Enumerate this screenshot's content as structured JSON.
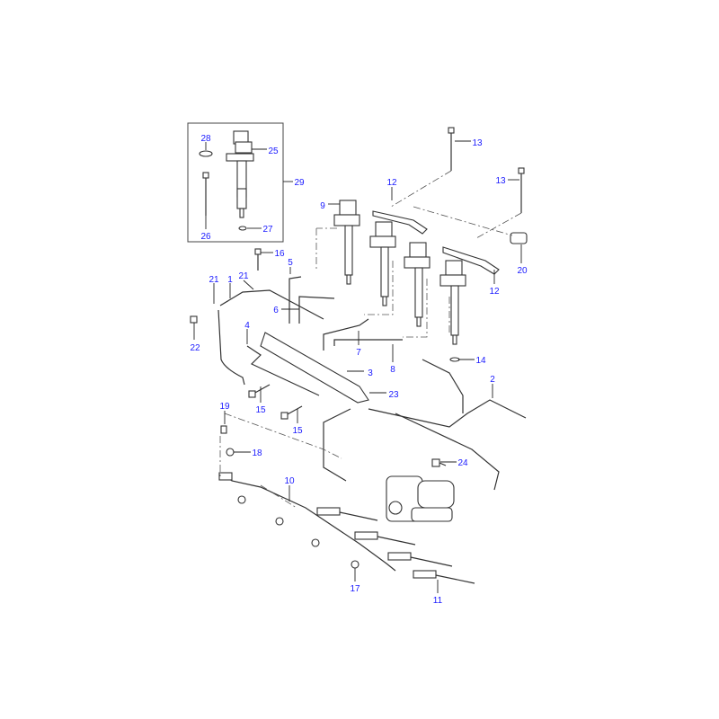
{
  "diagram": {
    "title": "Fuel injection system parts diagram",
    "callouts": {
      "c28": "28",
      "c25": "25",
      "c29": "29",
      "c26": "26",
      "c27": "27",
      "c13a": "13",
      "c13b": "13",
      "c12a": "12",
      "c12b": "12",
      "c9": "9",
      "c20": "20",
      "c16": "16",
      "c5": "5",
      "c21a": "21",
      "c1": "1",
      "c21b": "21",
      "c6": "6",
      "c22": "22",
      "c4": "4",
      "c7": "7",
      "c8": "8",
      "c3": "3",
      "c14": "14",
      "c2": "2",
      "c23": "23",
      "c15a": "15",
      "c15b": "15",
      "c19": "19",
      "c18": "18",
      "c24": "24",
      "c10": "10",
      "c17": "17",
      "c11": "11"
    },
    "colors": {
      "callout": "#1a1aff",
      "line": "#333333"
    }
  }
}
